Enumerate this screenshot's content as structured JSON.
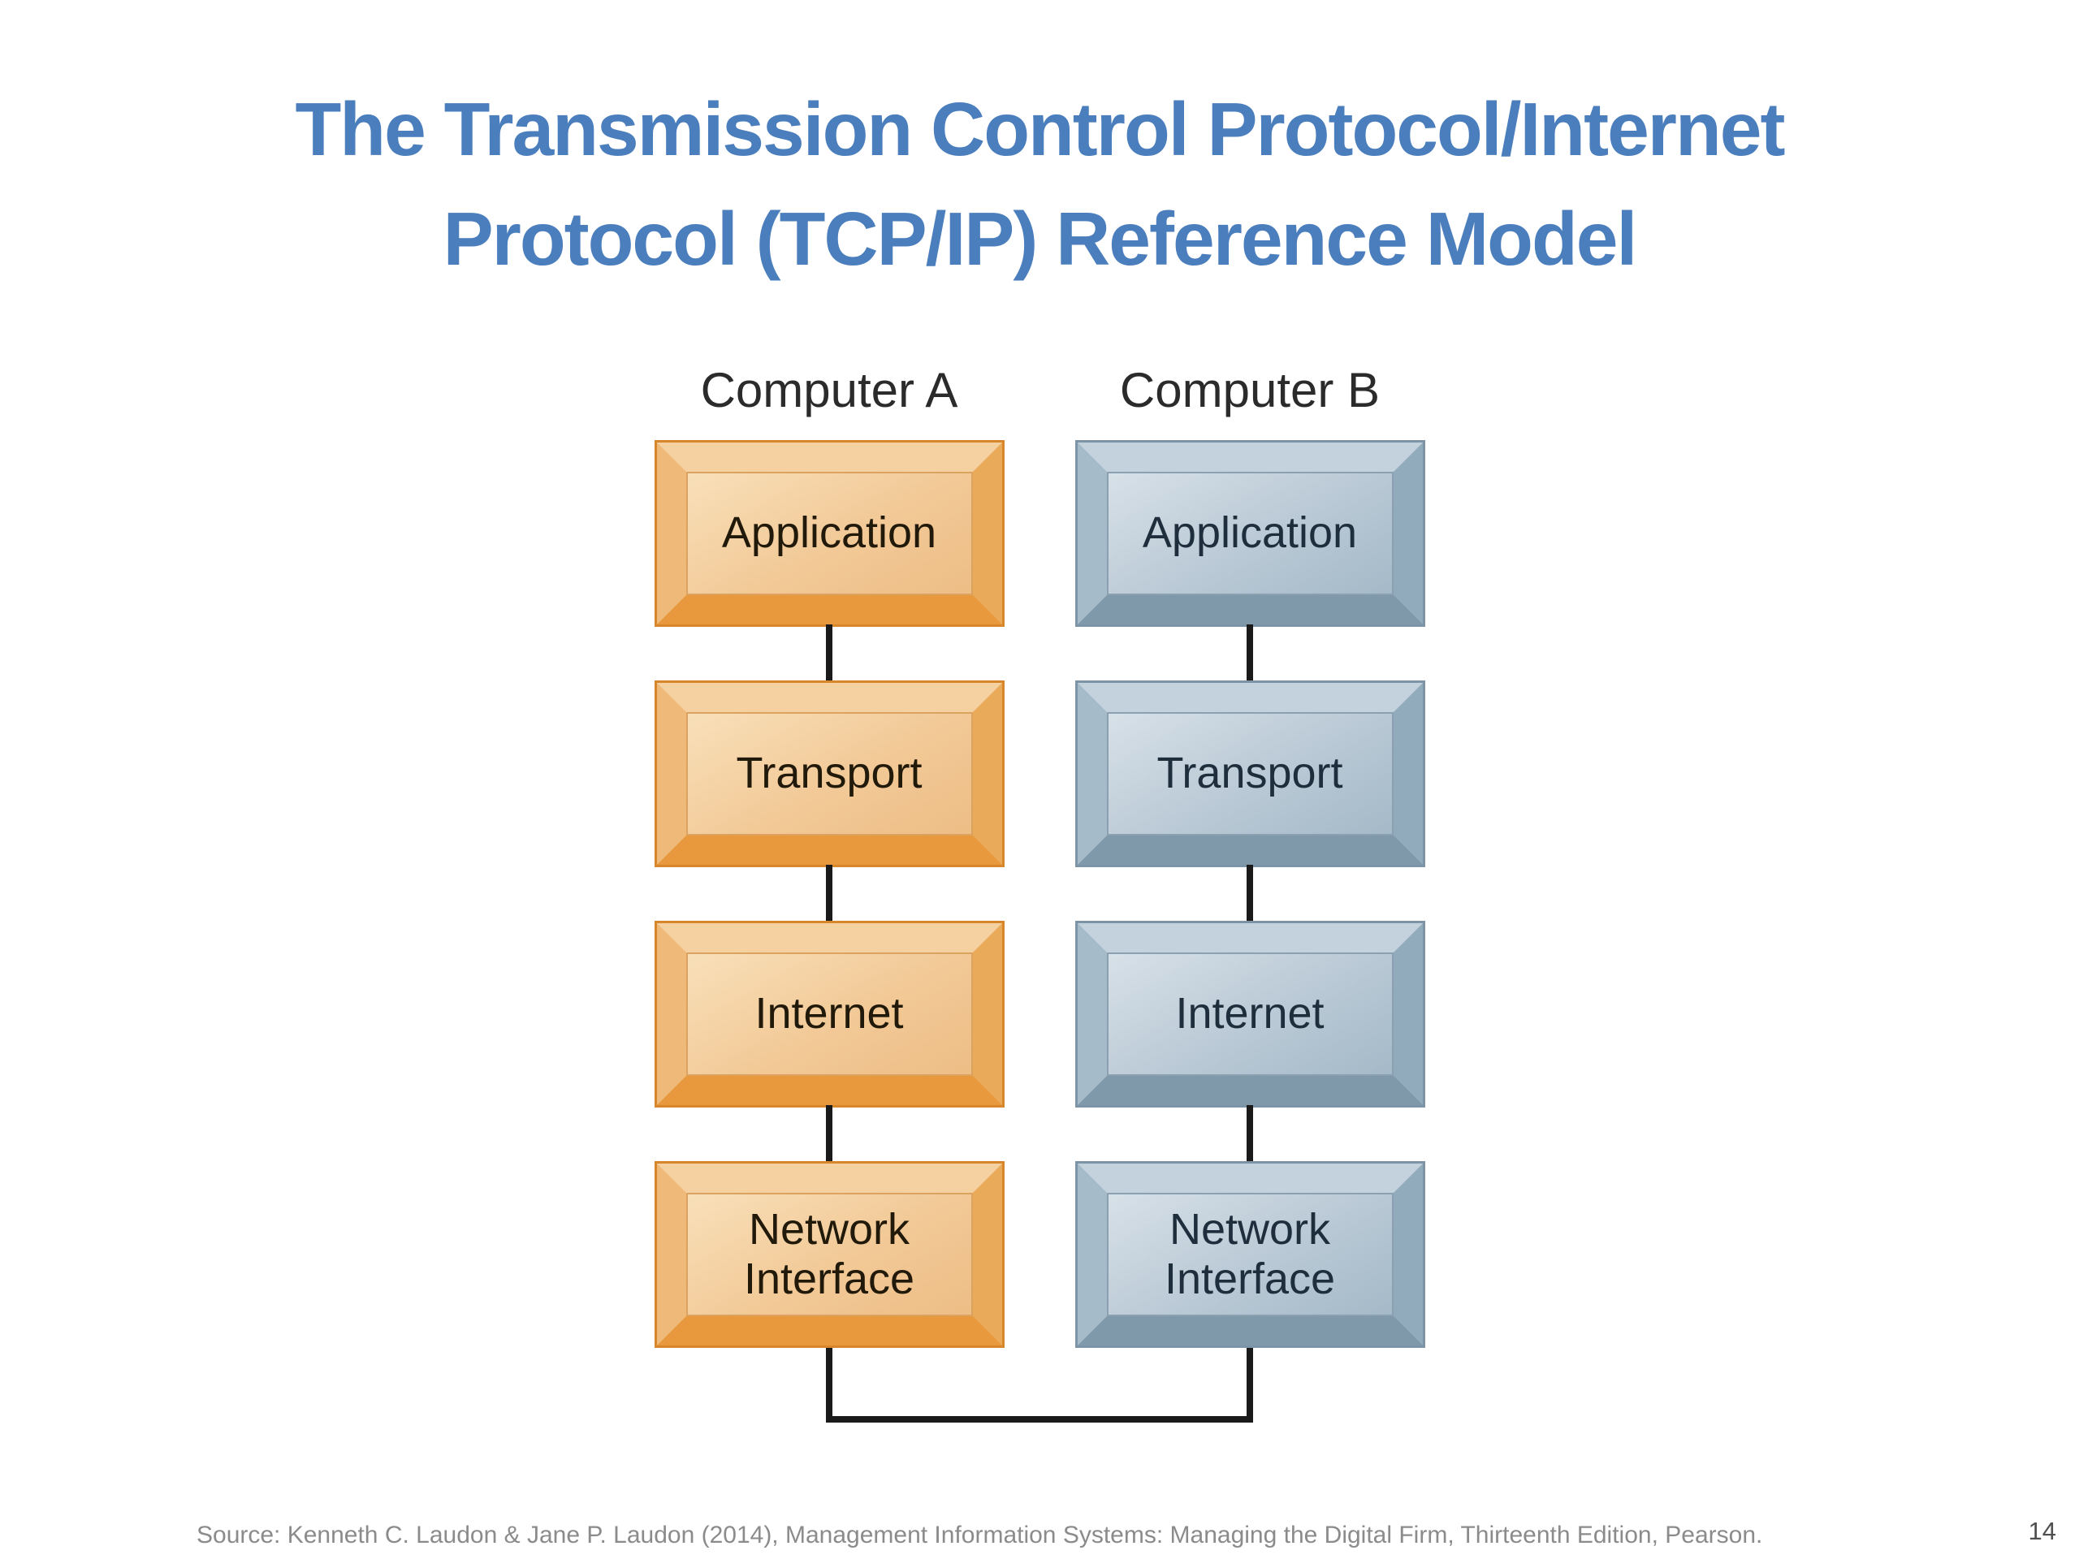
{
  "slide": {
    "background_color": "#ffffff",
    "title": {
      "lines": [
        "The Transmission Control Protocol/Internet",
        "Protocol (TCP/IP) Reference Model"
      ],
      "color": "#4b7ebd"
    },
    "footer": {
      "source_text": "Source: Kenneth C. Laudon & Jane P. Laudon (2014), Management Information Systems: Managing the Digital Firm, Thirteenth Edition, Pearson.",
      "page_number": "14"
    }
  },
  "diagram": {
    "connector_color": "#1a1a1a",
    "columns": [
      {
        "label": "Computer A",
        "theme": "orange",
        "layers": [
          "Application",
          "Transport",
          "Internet",
          "Network Interface"
        ]
      },
      {
        "label": "Computer B",
        "theme": "blue",
        "layers": [
          "Application",
          "Transport",
          "Internet",
          "Network Interface"
        ]
      }
    ],
    "themes": {
      "orange": {
        "outer_border": "#d8862c",
        "bevel_top": "#f5d1a2",
        "bevel_left": "#efba79",
        "bevel_right": "#e9aa5a",
        "bevel_bottom": "#e8993d",
        "panel_gradient_start": "#f9e0ba",
        "panel_gradient_end": "#edbd85",
        "text_color": "#211909"
      },
      "blue": {
        "outer_border": "#7d94a6",
        "bevel_top": "#c3d2dd",
        "bevel_left": "#a6bbc9",
        "bevel_right": "#91aabc",
        "bevel_bottom": "#7f99ab",
        "panel_gradient_start": "#d8e1e8",
        "panel_gradient_end": "#a4b9c8",
        "text_color": "#1f2e3c"
      }
    }
  }
}
